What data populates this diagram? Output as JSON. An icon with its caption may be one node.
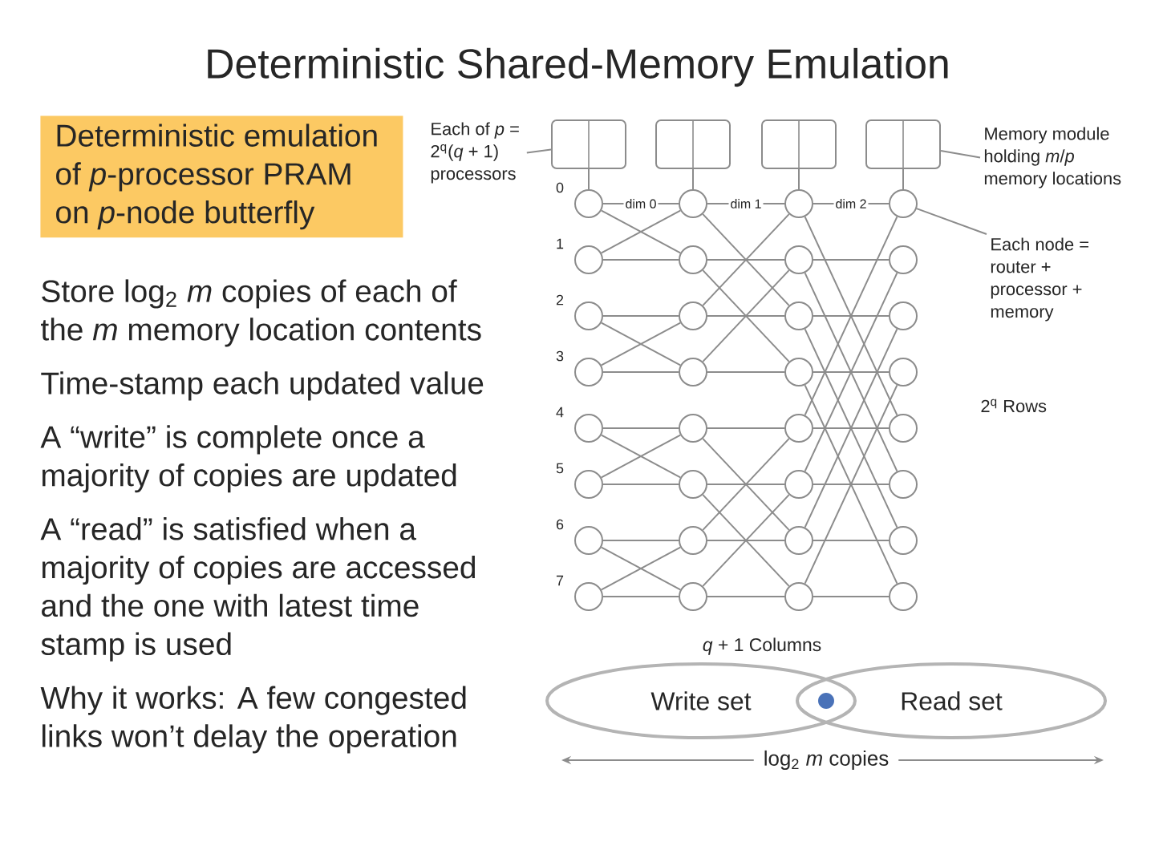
{
  "diagram": {
    "title": "Deterministic Shared-Memory Emulation",
    "nodes": [
      {
        "text": [
          "Deterministic emulation of *p*-processor PRAM on *p*-node butterfly"
        ]
      },
      {
        "text": [
          "Each of *p* = 2$^{q}$(*q* + 1) processors"
        ]
      },
      {
        "text": [],
        "shape": "box"
      },
      {
        "text": [],
        "shape": "box"
      },
      {
        "text": [],
        "shape": "box"
      },
      {
        "text": [],
        "shape": "box"
      },
      {
        "text": [
          "Memory module holding *m*/*p* memory locations"
        ]
      },
      {
        "text": [],
        "shape": "circle"
      },
      {
        "text": [],
        "shape": "circle"
      },
      {
        "text": [],
        "shape": "circle"
      },
      {
        "text": [],
        "shape": "circle"
      },
      {
        "text": [],
        "shape": "circle"
      },
      {
        "text": [],
        "shape": "circle"
      },
      {
        "text": [],
        "shape": "circle"
      },
      {
        "text": [],
        "shape": "circle"
      },
      {
        "text": [],
        "shape": "circle"
      },
      {
        "text": [],
        "shape": "circle"
      },
      {
        "text": [],
        "shape": "circle"
      },
      {
        "text": [],
        "shape": "circle"
      },
      {
        "text": [],
        "shape": "circle"
      },
      {
        "text": [],
        "shape": "circle"
      },
      {
        "text": [],
        "shape": "circle"
      },
      {
        "text": [],
        "shape": "circle"
      },
      {
        "text": [],
        "shape": "circle"
      },
      {
        "text": [],
        "shape": "circle"
      },
      {
        "text": [],
        "shape": "circle"
      },
      {
        "text": [],
        "shape": "circle"
      },
      {
        "text": [],
        "shape": "circle"
      },
      {
        "text": [],
        "shape": "circle"
      },
      {
        "text": [],
        "shape": "circle"
      },
      {
        "text": [],
        "shape": "circle"
      },
      {
        "text": [],
        "shape": "circle"
      },
      {
        "text": [],
        "shape": "circle"
      },
      {
        "text": [],
        "shape": "circle"
      },
      {
        "text": [],
        "shape": "circle"
      },
      {
        "text": [],
        "shape": "circle"
      },
      {
        "text": [],
        "shape": "circle"
      },
      {
        "text": [],
        "shape": "circle"
      },
      {
        "text": [],
        "shape": "circle"
      },
      {
        "text": [
          "Each node = router + processor + memory"
        ]
      },
      {
        "text": [
          "Write set"
        ]
      },
      {
        "text": [
          "Read set"
        ]
      }
    ],
    "edges": [
      {
        "from": 1,
        "to": 2,
        "arrow": "none"
      },
      {
        "from": 6,
        "to": 5,
        "arrow": "none"
      },
      {
        "from": 39,
        "to": 10,
        "arrow": "none"
      },
      {
        "from": 2,
        "to": 7,
        "arrow": "none"
      },
      {
        "from": 3,
        "to": 8,
        "arrow": "none"
      },
      {
        "from": 4,
        "to": 9,
        "arrow": "none"
      },
      {
        "from": 5,
        "to": 10,
        "arrow": "none"
      },
      {
        "from": 7,
        "to": 8,
        "arrow": "none",
        "label": "dim 0"
      },
      {
        "from": 7,
        "to": 12,
        "arrow": "none"
      },
      {
        "from": 11,
        "to": 12,
        "arrow": "none"
      },
      {
        "from": 11,
        "to": 8,
        "arrow": "none"
      },
      {
        "from": 15,
        "to": 16,
        "arrow": "none"
      },
      {
        "from": 15,
        "to": 20,
        "arrow": "none"
      },
      {
        "from": 19,
        "to": 20,
        "arrow": "none"
      },
      {
        "from": 19,
        "to": 16,
        "arrow": "none"
      },
      {
        "from": 23,
        "to": 24,
        "arrow": "none"
      },
      {
        "from": 23,
        "to": 28,
        "arrow": "none"
      },
      {
        "from": 27,
        "to": 28,
        "arrow": "none"
      },
      {
        "from": 27,
        "to": 24,
        "arrow": "none"
      },
      {
        "from": 31,
        "to": 32,
        "arrow": "none"
      },
      {
        "from": 31,
        "to": 36,
        "arrow": "none"
      },
      {
        "from": 35,
        "to": 36,
        "arrow": "none"
      },
      {
        "from": 35,
        "to": 32,
        "arrow": "none"
      },
      {
        "from": 8,
        "to": 9,
        "arrow": "none",
        "label": "dim 1"
      },
      {
        "from": 8,
        "to": 17,
        "arrow": "none"
      },
      {
        "from": 12,
        "to": 13,
        "arrow": "none"
      },
      {
        "from": 12,
        "to": 21,
        "arrow": "none"
      },
      {
        "from": 16,
        "to": 17,
        "arrow": "none"
      },
      {
        "from": 16,
        "to": 9,
        "arrow": "none"
      },
      {
        "from": 20,
        "to": 21,
        "arrow": "none"
      },
      {
        "from": 20,
        "to": 13,
        "arrow": "none"
      },
      {
        "from": 24,
        "to": 25,
        "arrow": "none"
      },
      {
        "from": 24,
        "to": 33,
        "arrow": "none"
      },
      {
        "from": 28,
        "to": 29,
        "arrow": "none"
      },
      {
        "from": 28,
        "to": 37,
        "arrow": "none"
      },
      {
        "from": 32,
        "to": 33,
        "arrow": "none"
      },
      {
        "from": 32,
        "to": 25,
        "arrow": "none"
      },
      {
        "from": 36,
        "to": 37,
        "arrow": "none"
      },
      {
        "from": 36,
        "to": 29,
        "arrow": "none"
      },
      {
        "from": 9,
        "to": 10,
        "arrow": "none",
        "label": "dim 2"
      },
      {
        "from": 9,
        "to": 26,
        "arrow": "none"
      },
      {
        "from": 13,
        "to": 14,
        "arrow": "none"
      },
      {
        "from": 13,
        "to": 30,
        "arrow": "none"
      },
      {
        "from": 17,
        "to": 18,
        "arrow": "none"
      },
      {
        "from": 17,
        "to": 34,
        "arrow": "none"
      },
      {
        "from": 21,
        "to": 22,
        "arrow": "none"
      },
      {
        "from": 21,
        "to": 38,
        "arrow": "none"
      },
      {
        "from": 25,
        "to": 26,
        "arrow": "none"
      },
      {
        "from": 25,
        "to": 10,
        "arrow": "none"
      },
      {
        "from": 29,
        "to": 30,
        "arrow": "none"
      },
      {
        "from": 29,
        "to": 14,
        "arrow": "none"
      },
      {
        "from": 33,
        "to": 34,
        "arrow": "none"
      },
      {
        "from": 33,
        "to": 18,
        "arrow": "none"
      },
      {
        "from": 37,
        "to": 38,
        "arrow": "none"
      },
      {
        "from": 37,
        "to": 22,
        "arrow": "none"
      }
    ],
    "labels": [
      "Store log$_{2}$ *m* copies of each of the *m* memory location contents",
      "Time-stamp each updated value",
      "A “write” is complete once a majority of copies are updated",
      "A “read” is satisfied when a majority of copies are accessed and the one with latest time stamp is used",
      "Why it works: A few congested links won’t delay the operation",
      "2$^{q}$ Rows",
      "0",
      "1",
      "2",
      "3",
      "4",
      "5",
      "6",
      "7",
      "*q* + 1 Columns",
      "log$_{2}$ *m* copies"
    ]
  }
}
